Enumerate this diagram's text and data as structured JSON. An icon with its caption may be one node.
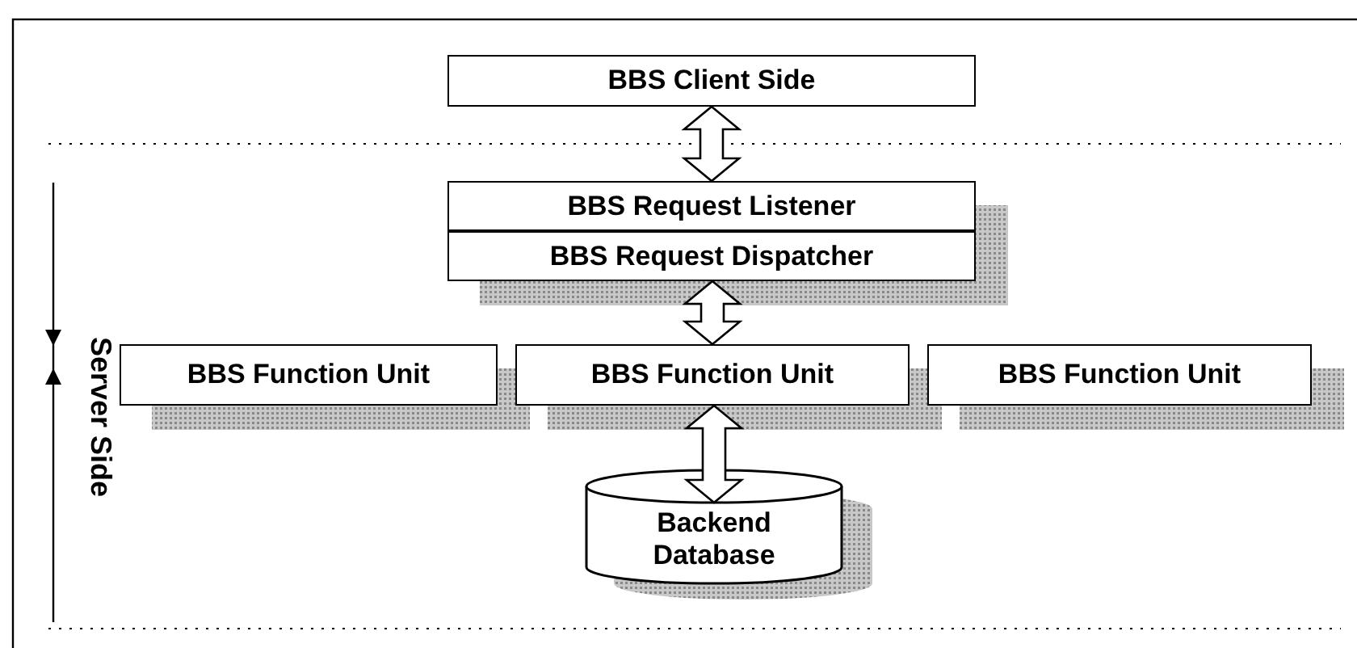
{
  "diagram": {
    "nodes": [
      {
        "text": [
          "BBS Client Side"
        ]
      },
      {
        "text": [
          "BBS Request Listener"
        ]
      },
      {
        "text": [
          "BBS Request Dispatcher"
        ]
      },
      {
        "text": [
          "BBS Function Unit"
        ]
      },
      {
        "text": [
          "BBS Function Unit"
        ]
      },
      {
        "text": [
          "BBS Function Unit"
        ]
      },
      {
        "text": [
          "Backend Database"
        ]
      }
    ],
    "edges": [
      {
        "from": 0,
        "to": 1,
        "arrow": "both"
      },
      {
        "from": 2,
        "to": 4,
        "arrow": "both"
      },
      {
        "from": 4,
        "to": 6,
        "arrow": "both"
      }
    ],
    "labels": [
      "Server Side"
    ]
  }
}
